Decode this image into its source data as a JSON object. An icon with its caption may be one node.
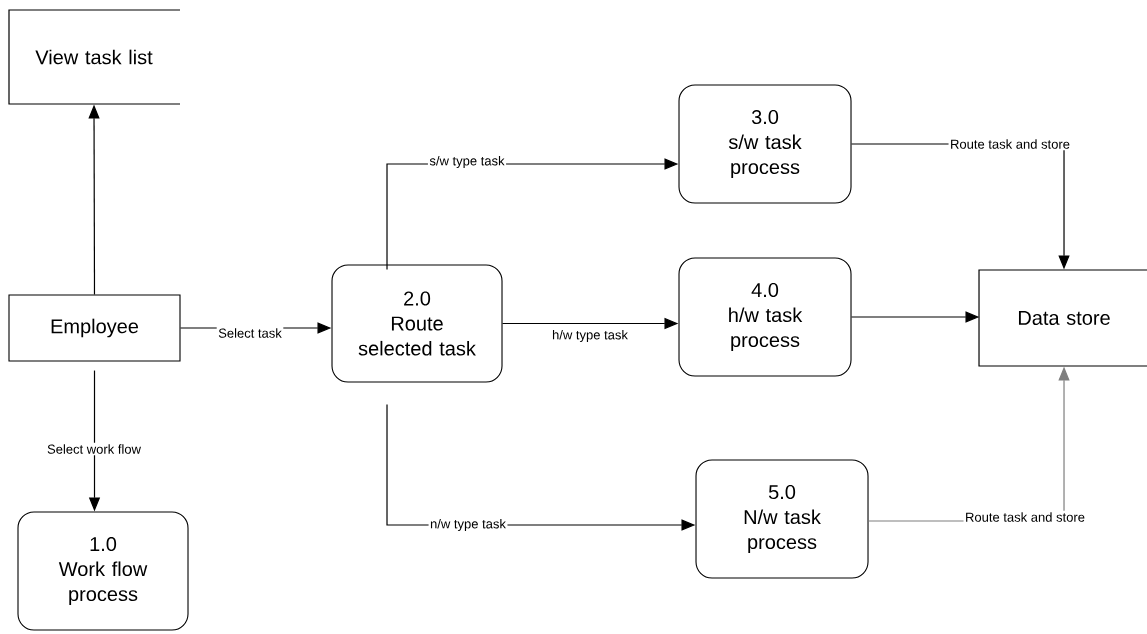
{
  "diagram": {
    "nodes": [
      {
        "text": [
          "View task list"
        ]
      },
      {
        "text": [
          "Employee"
        ]
      },
      {
        "text": [
          "1.0",
          "Work flow process"
        ]
      },
      {
        "text": [
          "2.0",
          "Route selected task"
        ]
      },
      {
        "text": [
          "3.0",
          "s/w task process"
        ]
      },
      {
        "text": [
          "4.0",
          "h/w task process"
        ]
      },
      {
        "text": [
          "5.0",
          "N/w task process"
        ]
      },
      {
        "text": [
          "Data store"
        ]
      }
    ],
    "edges": [
      {
        "from": 1,
        "to": 0,
        "arrow": "to"
      },
      {
        "from": 1,
        "to": 2,
        "arrow": "to",
        "label": "Select work flow"
      },
      {
        "from": 1,
        "to": 3,
        "arrow": "to",
        "label": "Select task"
      },
      {
        "from": 3,
        "to": 4,
        "arrow": "to",
        "label": "s/w type task"
      },
      {
        "from": 3,
        "to": 5,
        "arrow": "to",
        "label": "h/w type task"
      },
      {
        "from": 3,
        "to": 6,
        "arrow": "to",
        "label": "n/w type task"
      },
      {
        "from": 4,
        "to": 7,
        "arrow": "to",
        "label": "Route task and store"
      },
      {
        "from": 5,
        "to": 7,
        "arrow": "to"
      },
      {
        "from": 6,
        "to": 7,
        "arrow": "to",
        "label": "Route task and store",
        "color": "#7f7f7f"
      }
    ]
  }
}
